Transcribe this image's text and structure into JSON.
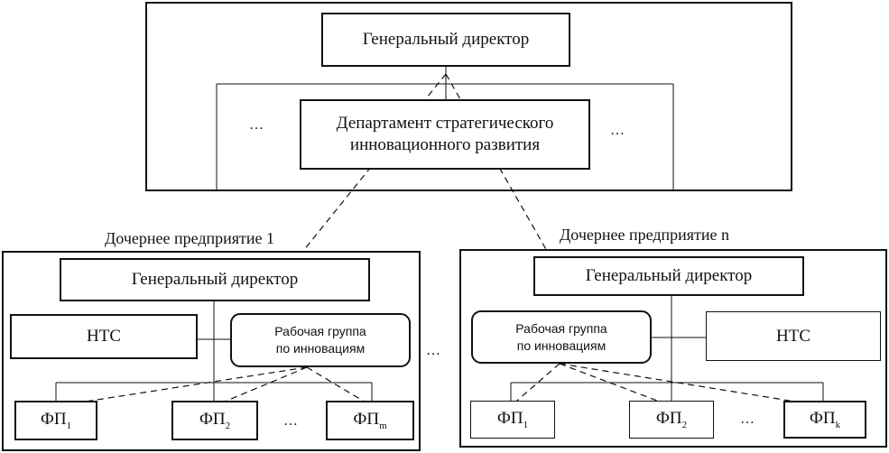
{
  "head_office": {
    "ceo": "Генеральный директор",
    "department_line1": "Департамент стратегического",
    "department_line2": "инновационного развития",
    "ellipsis_left": "…",
    "ellipsis_right": "…"
  },
  "subsidiary_1": {
    "title": "Дочернее предприятие 1",
    "ceo": "Генеральный директор",
    "ntc": "НТС",
    "workgroup_line1": "Рабочая группа",
    "workgroup_line2": "по инновациям",
    "units": [
      {
        "name": "ФП",
        "sub": "1"
      },
      {
        "name": "ФП",
        "sub": "2"
      },
      {
        "name": "ФП",
        "sub": "m"
      }
    ],
    "ellipsis": "…"
  },
  "subsidiary_n": {
    "title": "Дочернее предприятие n",
    "ceo": "Генеральный директор",
    "ntc": "НТС",
    "workgroup_line1": "Рабочая группа",
    "workgroup_line2": "по инновациям",
    "units": [
      {
        "name": "ФП",
        "sub": "1"
      },
      {
        "name": "ФП",
        "sub": "2"
      },
      {
        "name": "ФП",
        "sub": "k"
      }
    ],
    "ellipsis": "…"
  },
  "between_subsidiaries_ellipsis": "…"
}
